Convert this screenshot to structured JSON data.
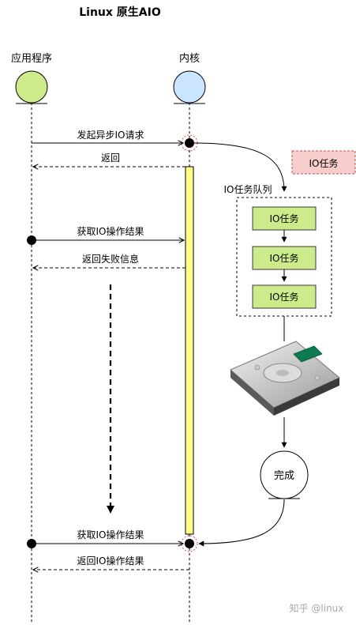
{
  "title": "Linux 原生AIO",
  "actors": {
    "app": "应用程序",
    "kernel": "内核"
  },
  "messages": {
    "submit_request": "发起异步IO请求",
    "return_1": "返回",
    "get_result_1": "获取IO操作结果",
    "return_fail": "返回失败信息",
    "get_result_2": "获取IO操作结果",
    "return_result": "返回IO操作结果"
  },
  "task_legend": "IO任务",
  "queue": {
    "label": "IO任务队列",
    "tasks": [
      "IO任务",
      "IO任务",
      "IO任务"
    ]
  },
  "disk": "hard-drive",
  "complete_label": "完成",
  "watermark": "知乎 @linux",
  "colors": {
    "app_circle": "#cdeb8b",
    "kernel_circle": "#cce5ff",
    "activation_bar": "#ffff88",
    "task_fill": "#cdeb8b",
    "legend_fill": "#f8cecc",
    "legend_stroke": "#b85450"
  }
}
